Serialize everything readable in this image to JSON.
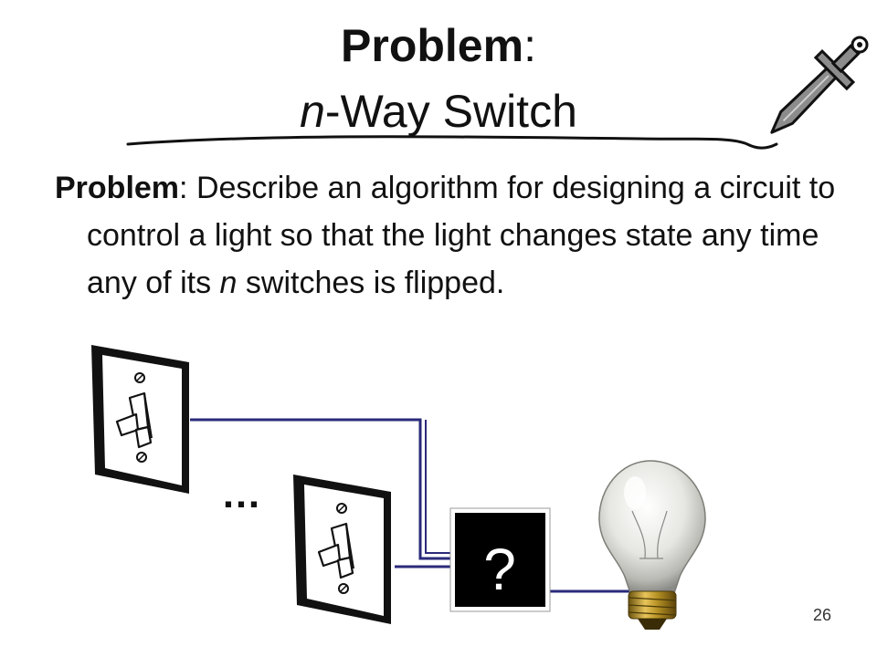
{
  "slide": {
    "title_bold": "Problem",
    "title_colon": ":",
    "title_n": "n",
    "title_rest": "-Way Switch",
    "body_label": "Problem",
    "body_text_1": ": Describe an algorithm for designing a circuit to control a light so that the light changes state any time any of its ",
    "body_n": "n",
    "body_text_2": " switches is flipped.",
    "ellipsis": "…",
    "question_box": "?",
    "slide_number": "26"
  },
  "colors": {
    "wire": "#2a2a7a",
    "box": "#000000",
    "box_text": "#ffffff"
  },
  "icons": [
    "sword-icon",
    "light-switch-icon",
    "light-bulb-icon"
  ]
}
